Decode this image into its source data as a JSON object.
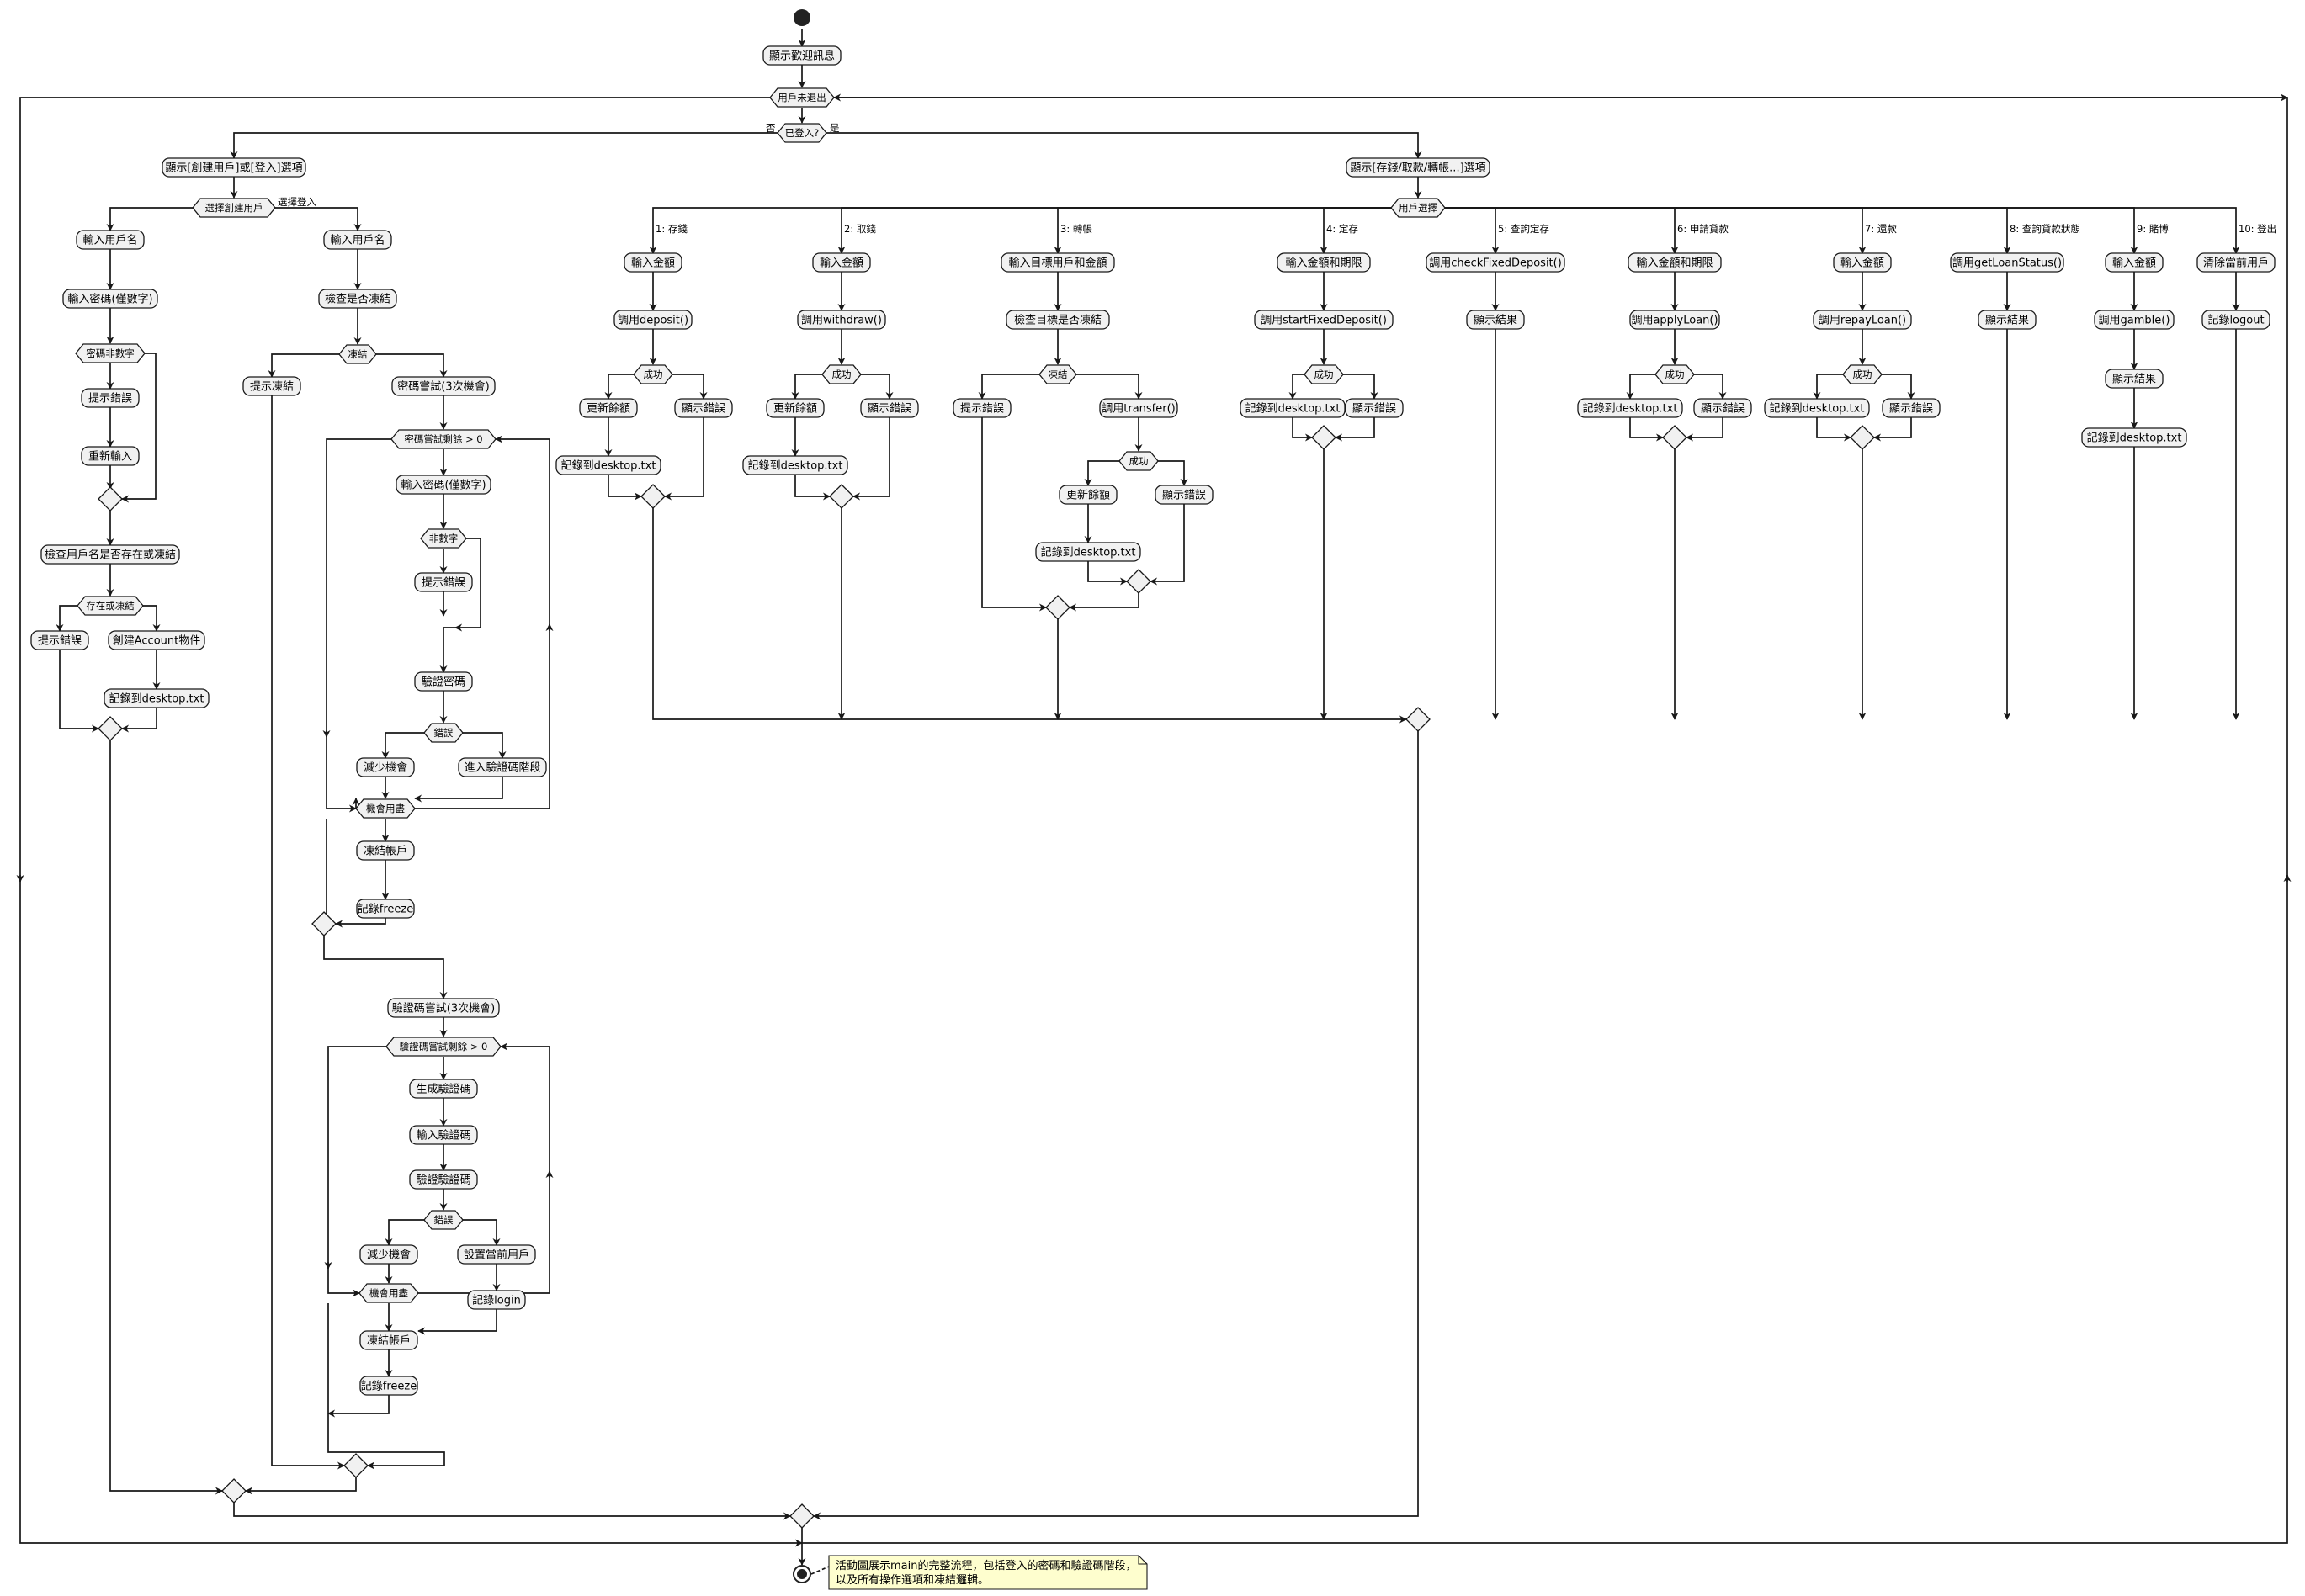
{
  "nodes": {
    "welcome": "顯示歡迎訊息",
    "show_create_login": "顯示[創建用戶]或[登入]選項",
    "show_menu": "顯示[存錢/取款/轉帳...]選項",
    "c_input_user": "輸入用戶名",
    "c_input_pwd": "輸入密碼(僅數字)",
    "c_err1": "提示錯誤",
    "c_reinput": "重新輸入",
    "c_check_exist": "檢查用戶名是否存在或凍結",
    "c_err2": "提示錯誤",
    "c_create": "創建Account物件",
    "c_log": "記錄到desktop.txt",
    "l_input_user": "輸入用戶名",
    "l_check_frozen": "檢查是否凍結",
    "l_frozen_msg": "提示凍結",
    "l_pwd_try": "密碼嘗試(3次機會)",
    "l_input_pwd": "輸入密碼(僅數字)",
    "l_pwd_err": "提示錯誤",
    "l_verify_pwd": "驗證密碼",
    "l_dec1": "減少機會",
    "l_enter_captcha": "進入驗證碼階段",
    "l_freeze1": "凍結帳戶",
    "l_logfreeze1": "記錄freeze",
    "l_cap_try": "驗證碼嘗試(3次機會)",
    "l_gen_cap": "生成驗證碼",
    "l_input_cap": "輸入驗證碼",
    "l_verify_cap": "驗證驗證碼",
    "l_dec2": "減少機會",
    "l_set_user": "設置當前用戶",
    "l_loglogin": "記錄login",
    "l_freeze2": "凍結帳戶",
    "l_logfreeze2": "記錄freeze",
    "d_input": "輸入金額",
    "d_call": "調用deposit()",
    "d_upd": "更新餘額",
    "d_err": "顯示錯誤",
    "d_log": "記錄到desktop.txt",
    "w_input": "輸入金額",
    "w_call": "調用withdraw()",
    "w_upd": "更新餘額",
    "w_err": "顯示錯誤",
    "w_log": "記錄到desktop.txt",
    "t_input": "輸入目標用戶和金額",
    "t_check": "檢查目標是否凍結",
    "t_err1": "提示錯誤",
    "t_call": "調用transfer()",
    "t_upd": "更新餘額",
    "t_err2": "顯示錯誤",
    "t_log": "記錄到desktop.txt",
    "f_input": "輸入金額和期限",
    "f_call": "調用startFixedDeposit()",
    "f_log": "記錄到desktop.txt",
    "f_err": "顯示錯誤",
    "q_call": "調用checkFixedDeposit()",
    "q_show": "顯示結果",
    "a_input": "輸入金額和期限",
    "a_call": "調用applyLoan()",
    "a_log": "記錄到desktop.txt",
    "a_err": "顯示錯誤",
    "r_input": "輸入金額",
    "r_call": "調用repayLoan()",
    "r_log": "記錄到desktop.txt",
    "r_err": "顯示錯誤",
    "s_call": "調用getLoanStatus()",
    "s_show": "顯示結果",
    "g_input": "輸入金額",
    "g_call": "調用gamble()",
    "g_show": "顯示結果",
    "g_log": "記錄到desktop.txt",
    "o_clear": "清除當前用戶",
    "o_log": "記錄logout"
  },
  "guards": {
    "loop_main": "用戶未退出",
    "logged_in": "已登入?",
    "choose_create": "選擇創建用戶",
    "pwd_nonnum": "密碼非數字",
    "exist_or_frozen": "存在或凍結",
    "frozen": "凍結",
    "pwd_loop": "密碼嘗試剩餘 > 0",
    "nonnum": "非數字",
    "wrong1": "錯誤",
    "chances_out1": "機會用盡",
    "cap_loop": "驗證碼嘗試剩餘 > 0",
    "wrong2": "錯誤",
    "chances_out2": "機會用盡",
    "user_choice": "用戶選擇",
    "d_ok": "成功",
    "w_ok": "成功",
    "t_frozen": "凍結",
    "t_ok": "成功",
    "f_ok": "成功",
    "a_ok": "成功",
    "r_ok": "成功"
  },
  "labels": {
    "no": "否",
    "yes": "是",
    "choose_login": "選擇登入",
    "opt1": "1: 存錢",
    "opt2": "2: 取錢",
    "opt3": "3: 轉帳",
    "opt4": "4: 定存",
    "opt5": "5: 查詢定存",
    "opt6": "6: 申請貸款",
    "opt7": "7: 還款",
    "opt8": "8: 查詢貸款狀態",
    "opt9": "9: 賭博",
    "opt10": "10: 登出"
  },
  "note": {
    "line1": "活動圖展示main的完整流程，包括登入的密碼和驗證碼階段，",
    "line2": "以及所有操作選項和凍結邏輯。"
  },
  "colors": {
    "node_fill": "#f1f1f1",
    "line": "#181818",
    "note_fill": "#fefece"
  }
}
